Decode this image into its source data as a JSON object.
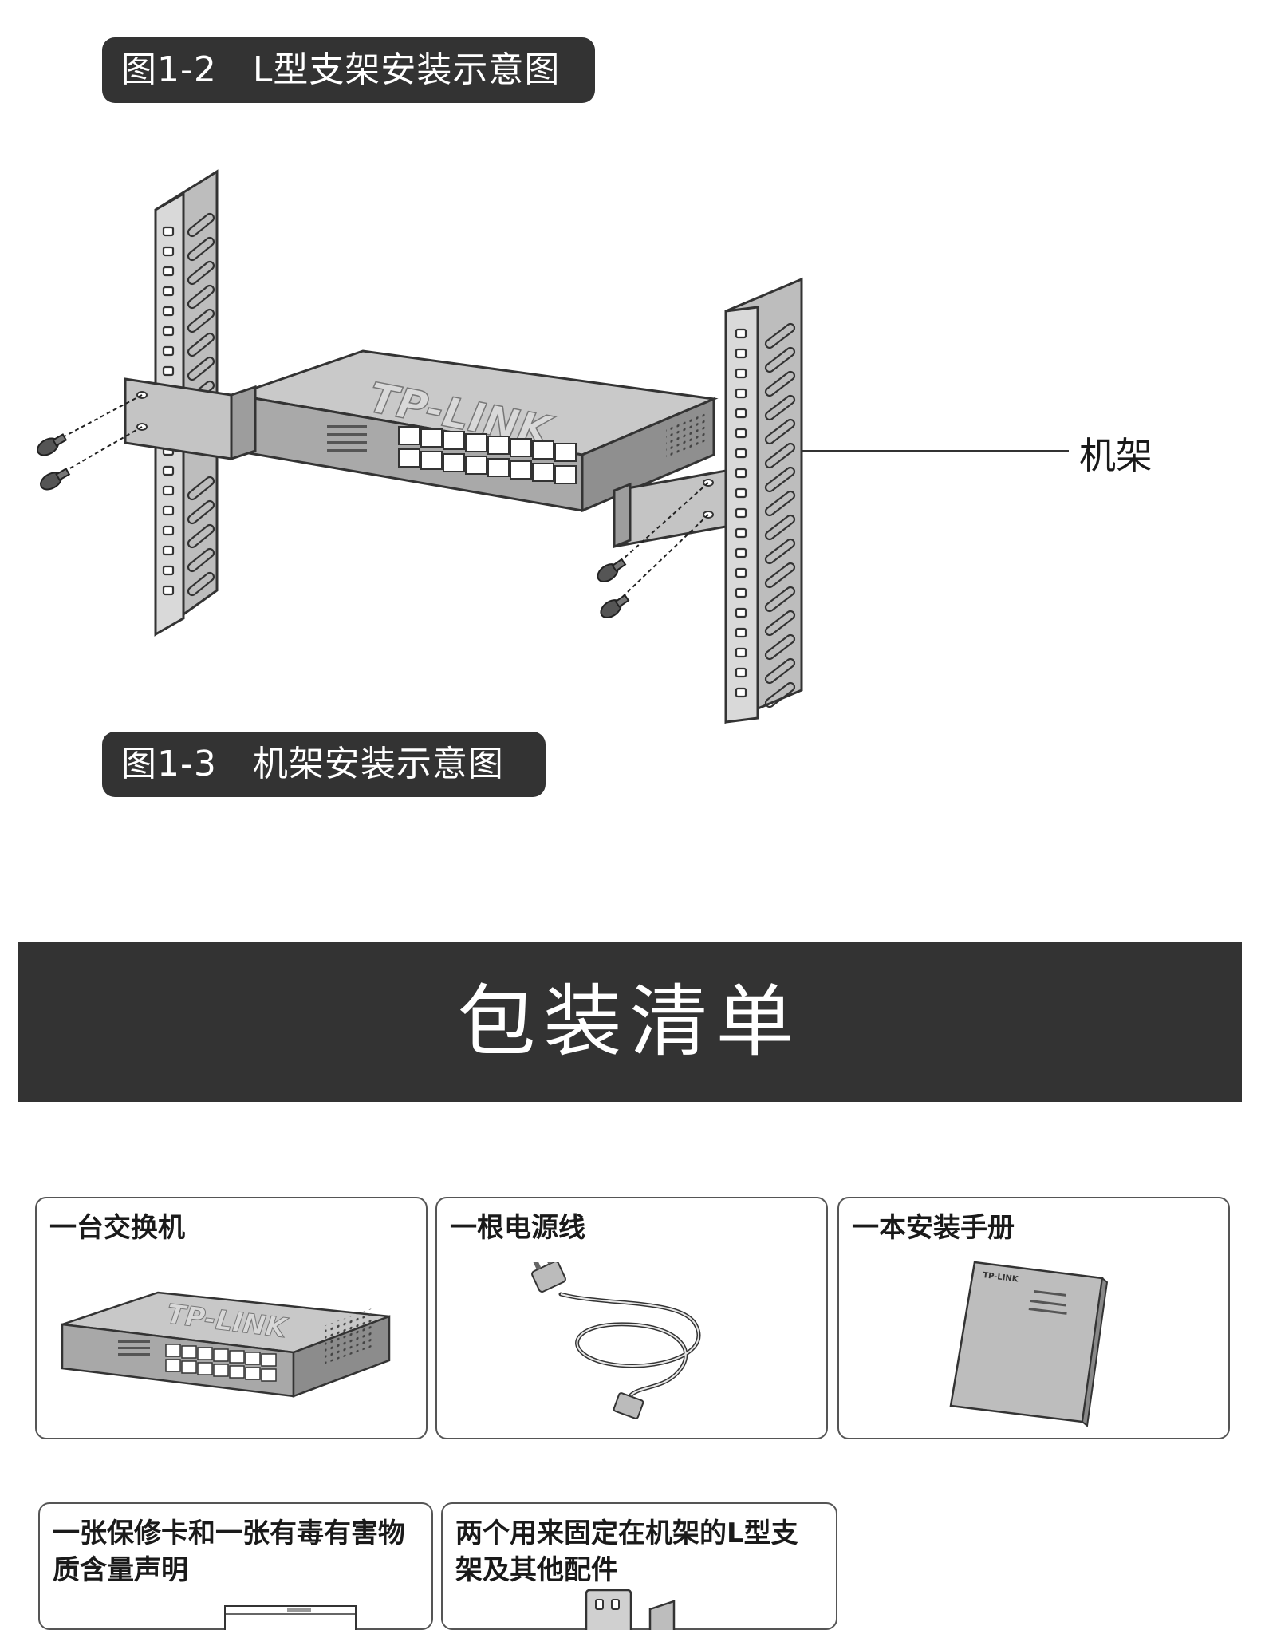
{
  "figures": {
    "fig_1_2_caption": "图1-2   L型支架安装示意图",
    "fig_1_3_caption": "图1-3   机架安装示意图",
    "rack_label": "机架",
    "brand_logo": "TP-LINK"
  },
  "section": {
    "title": "包装清单"
  },
  "package_items": [
    {
      "label": "一台交换机"
    },
    {
      "label": "一根电源线"
    },
    {
      "label": "一本安装手册"
    },
    {
      "label": "一张保修卡和一张有毒有害物质含量声明"
    },
    {
      "label": "两个用来固定在机架的L型支架及其他配件"
    }
  ],
  "colors": {
    "caption_bg": "#333333",
    "banner_bg": "#333333",
    "line_art": "#333333",
    "device_fill": "#b8b8b8"
  }
}
